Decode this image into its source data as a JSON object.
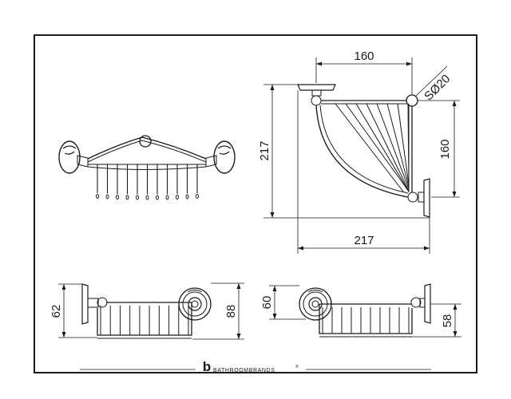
{
  "drawing": {
    "top_view": {
      "width_top": "160",
      "diameter": "SØ20",
      "height_left": "217",
      "height_right": "160",
      "width_bottom": "217"
    },
    "side_left": {
      "height_left": "62",
      "height_right": "88"
    },
    "side_right": {
      "height_left": "60",
      "height_right": "58"
    }
  },
  "brand": {
    "name": "BATHROOMBRANDS",
    "mark": "®",
    "logo_letter": "b"
  },
  "colors": {
    "line": "#1a1a1a",
    "background": "#ffffff"
  }
}
